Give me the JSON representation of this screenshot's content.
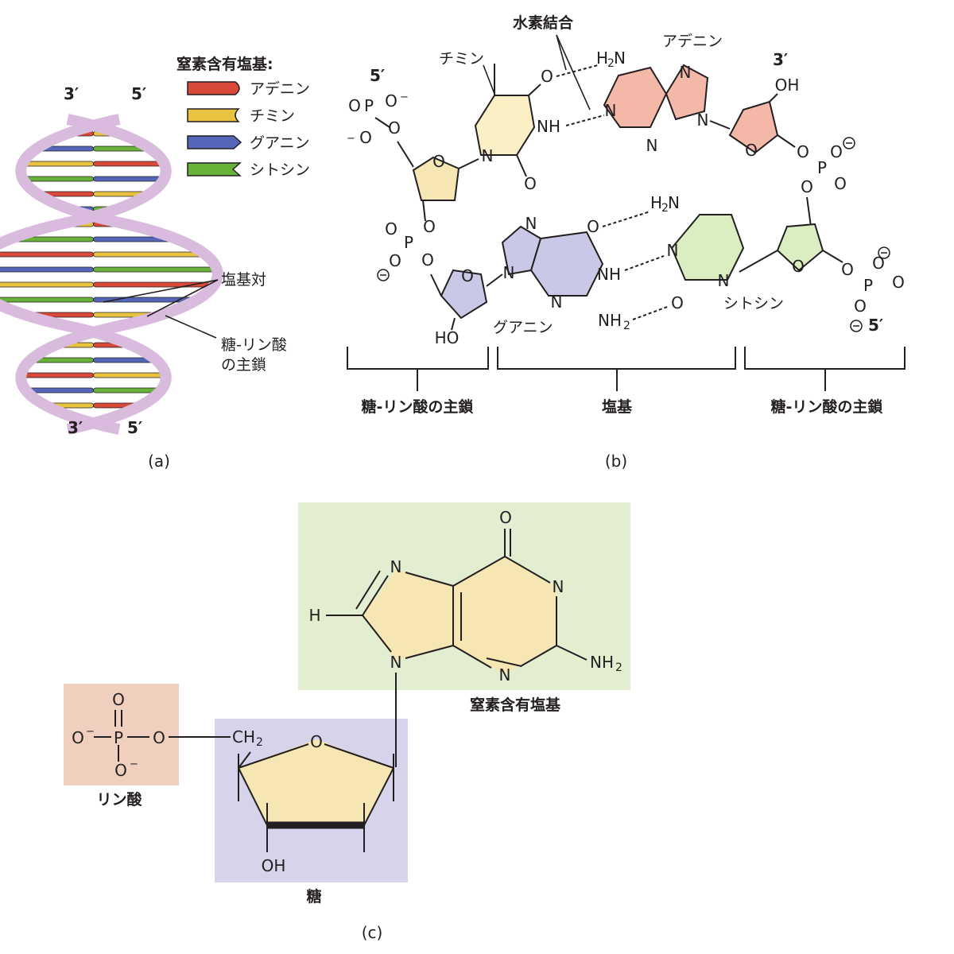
{
  "panel_a": {
    "caption": "(a)",
    "legend_title": "窒素含有塩基:",
    "legend": [
      {
        "label": "アデニン",
        "color": "#d9493a"
      },
      {
        "label": "チミン",
        "color": "#e7c340"
      },
      {
        "label": "グアニン",
        "color": "#5566b8"
      },
      {
        "label": "シトシン",
        "color": "#69b23a"
      }
    ],
    "top_left": "3′",
    "top_right": "5′",
    "bottom_left": "3′",
    "bottom_right": "5′",
    "base_pair_label": "塩基対",
    "backbone_label_1": "糖-リン酸",
    "backbone_label_2": "の主鎖",
    "strand_color": "#d9bcdd"
  },
  "panel_b": {
    "caption": "(b)",
    "hydrogen_bond_label": "水素結合",
    "thymine": "チミン",
    "adenine": "アデニン",
    "guanine": "グアニン",
    "cytosine": "シトシン",
    "five_prime_top": "5′",
    "three_prime_top": "3′",
    "five_prime_bottom": "5′",
    "backbone_left": "糖-リン酸の主鎖",
    "bases": "塩基",
    "backbone_right": "糖-リン酸の主鎖",
    "colors": {
      "sugar": "#f6e6b4",
      "thymine": "#fbefc6",
      "adenine": "#f4b8a8",
      "guanine": "#c9c8e6",
      "cytosine": "#daeec2",
      "deoxyribose_right": "#f4b8a8",
      "deoxyribose_lower_right": "#daeec2",
      "deoxyribose_lower_left": "#c9c8e6"
    }
  },
  "panel_c": {
    "caption": "(c)",
    "base_label": "窒素含有塩基",
    "phosphate_label": "リン酸",
    "sugar_label": "糖",
    "colors": {
      "base_box": "#e3edd0",
      "phosphate_box": "#f0cfbf",
      "sugar_box": "#d6d3ea",
      "ring_fill": "#f6e6b4"
    }
  }
}
